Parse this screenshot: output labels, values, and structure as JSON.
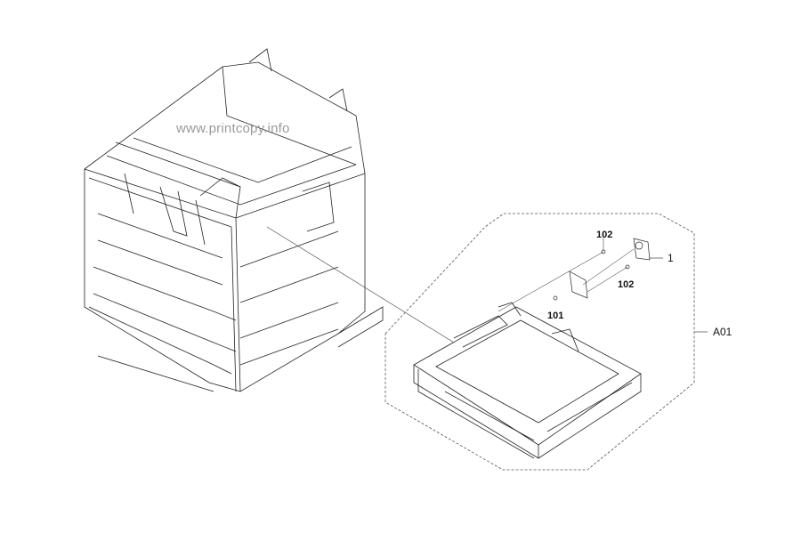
{
  "watermark": "www.printcopy.info",
  "callouts": {
    "part_1": "1",
    "part_102_top": "102",
    "part_102_right": "102",
    "part_101": "101",
    "assembly": "A01"
  },
  "colors": {
    "line": "#222222",
    "dash": "#555555",
    "watermark": "#9a9a9a"
  }
}
